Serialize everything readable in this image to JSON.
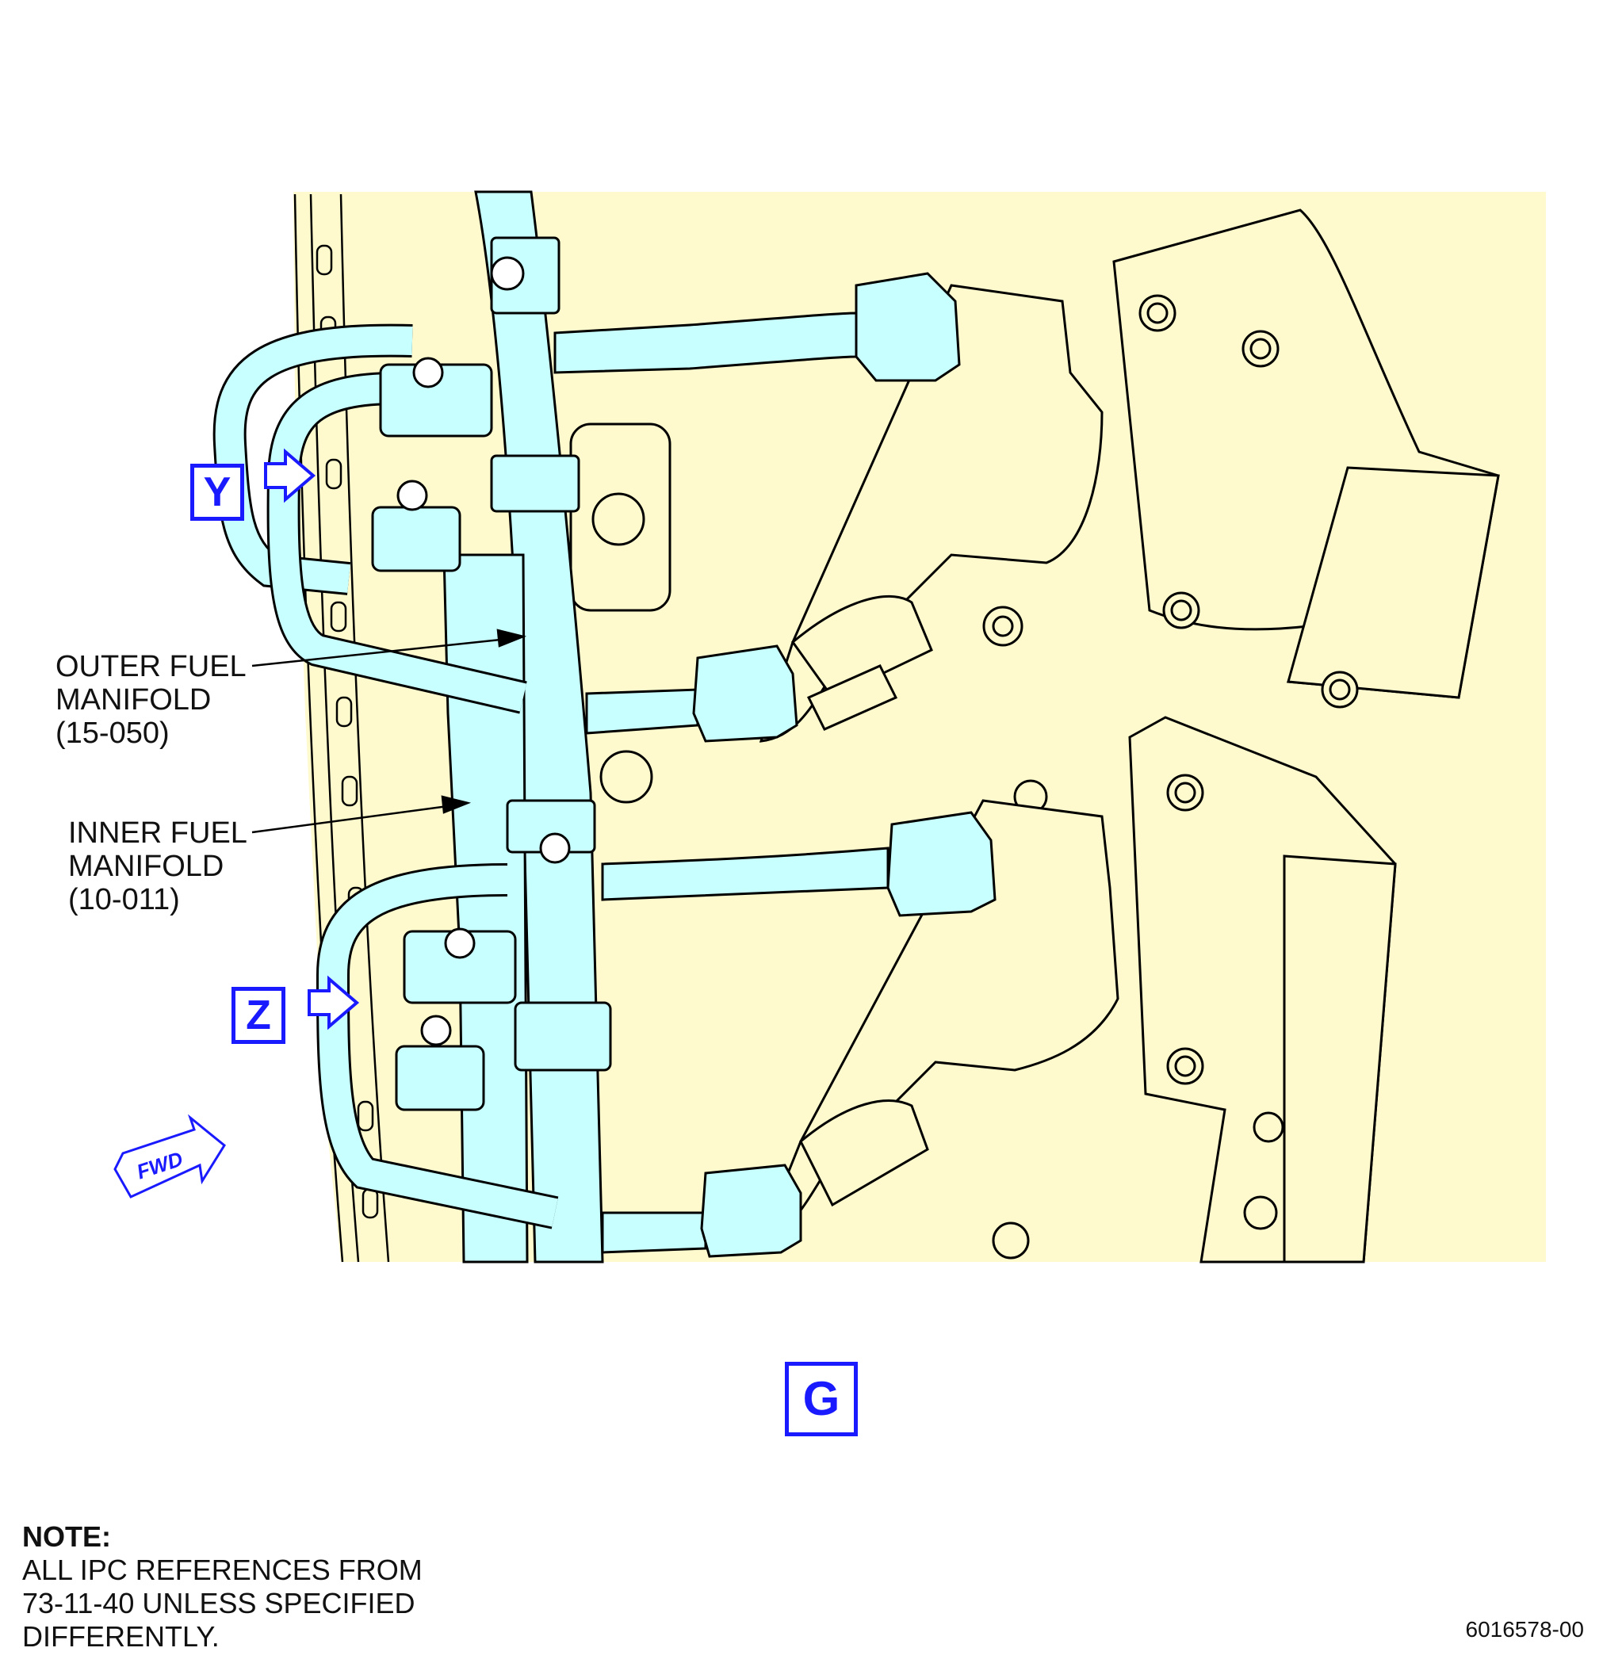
{
  "callouts": {
    "outer_manifold": "OUTER FUEL\nMANIFOLD\n(15-050)",
    "inner_manifold": "INNER FUEL\nMANIFOLD\n(10-011)"
  },
  "view_labels": {
    "y": "Y",
    "z": "Z",
    "g": "G"
  },
  "direction": {
    "fwd": "FWD"
  },
  "note": {
    "title": "NOTE:",
    "body": "ALL IPC REFERENCES FROM\n73-11-40 UNLESS SPECIFIED\nDIFFERENTLY."
  },
  "figure_number": "6016578-00",
  "colors": {
    "background_panel": "#fffacd",
    "fuel_tube": "#c8ffff",
    "line": "#000000",
    "view_marker": "#1a1aff"
  }
}
